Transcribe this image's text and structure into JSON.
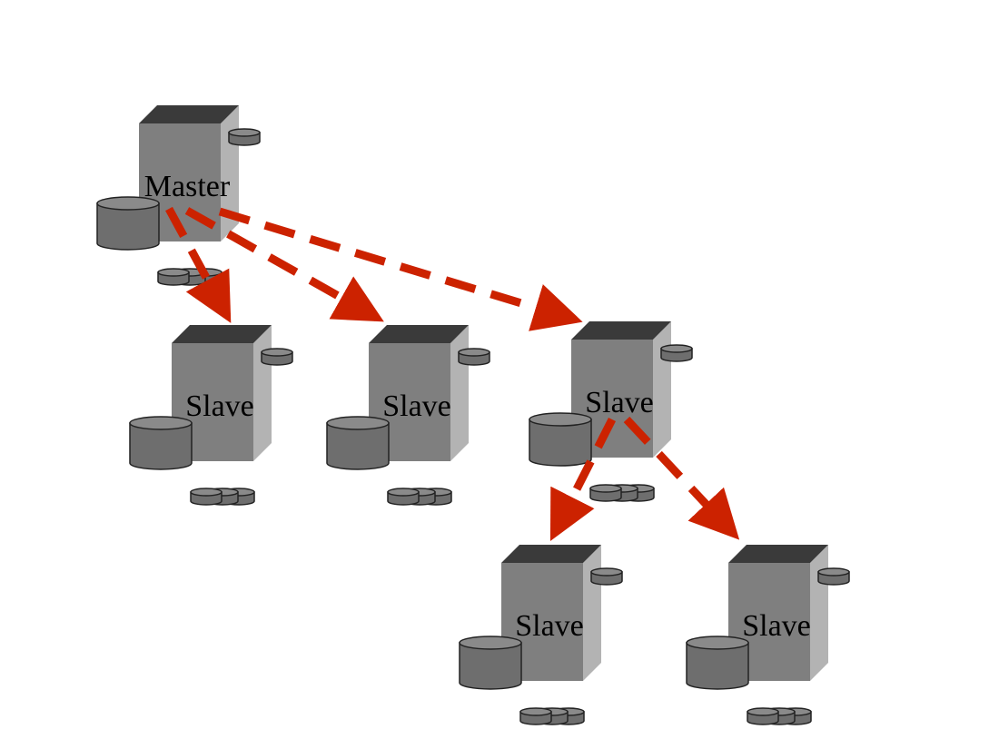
{
  "diagram": {
    "colors": {
      "server_front": "#7f7f7f",
      "server_side": "#b3b3b3",
      "server_top": "#3a3a3a",
      "disk_body": "#6e6e6e",
      "disk_top": "#8a8a8a",
      "arrow": "#cc2200"
    },
    "nodes": [
      {
        "id": "master",
        "label": "Master"
      },
      {
        "id": "slave-1",
        "label": "Slave"
      },
      {
        "id": "slave-2",
        "label": "Slave"
      },
      {
        "id": "slave-3",
        "label": "Slave"
      },
      {
        "id": "slave-4",
        "label": "Slave"
      },
      {
        "id": "slave-5",
        "label": "Slave"
      }
    ],
    "edges": [
      {
        "from": "master",
        "to": "slave-1"
      },
      {
        "from": "master",
        "to": "slave-2"
      },
      {
        "from": "master",
        "to": "slave-3"
      },
      {
        "from": "slave-3",
        "to": "slave-4"
      },
      {
        "from": "slave-3",
        "to": "slave-5"
      }
    ]
  }
}
